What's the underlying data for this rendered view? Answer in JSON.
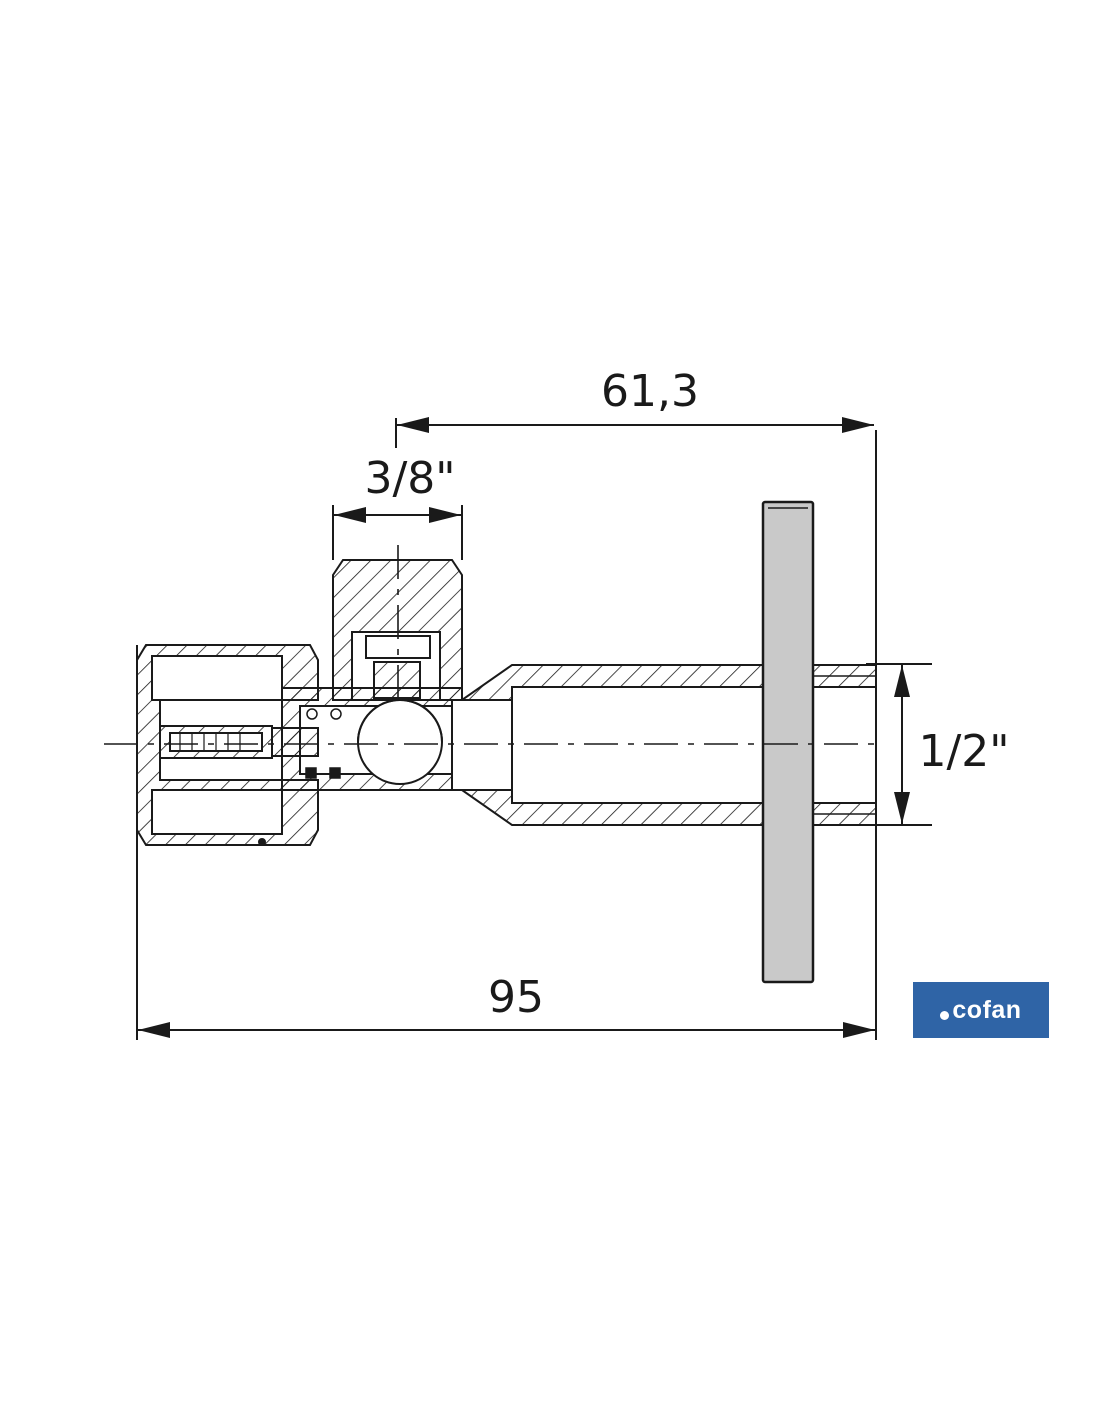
{
  "dimensions": {
    "top_length": "61,3",
    "outlet_thread": "3/8\"",
    "inlet_thread": "1/2\"",
    "total_length": "95"
  },
  "brand": {
    "logo_text": "cofan",
    "logo_color": "#2f64a6"
  },
  "colors": {
    "line": "#1a1a1a",
    "handle_fill": "#c9c9c9"
  }
}
